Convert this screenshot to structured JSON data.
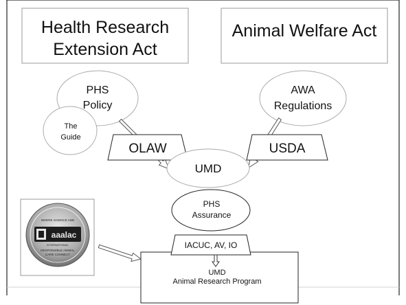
{
  "boxes": {
    "health_line1": "Health  Research",
    "health_line2": "Extension Act",
    "awa_act": "Animal Welfare Act"
  },
  "ellipses": {
    "phs_line1": "PHS",
    "phs_line2": "Policy",
    "guide_line1": "The",
    "guide_line2": "Guide",
    "awa_line1": "AWA",
    "awa_line2": "Regulations",
    "umd": "UMD",
    "assurance_line1": "PHS",
    "assurance_line2": "Assurance"
  },
  "agencies": {
    "olaw": "OLAW",
    "usda": "USDA",
    "iacuc": "IACUC, AV, IO"
  },
  "program": {
    "line1": "UMD",
    "line2": "Animal Research Program"
  },
  "logo": {
    "name": "aaalac-seal",
    "top_text": "WHERE SCIENCE AND",
    "brand": "aaalac",
    "sub_text": "INTERNATIONAL",
    "bottom1": "RESPONSIBLE ANIMAL",
    "bottom2": "CARE CONNECT"
  }
}
